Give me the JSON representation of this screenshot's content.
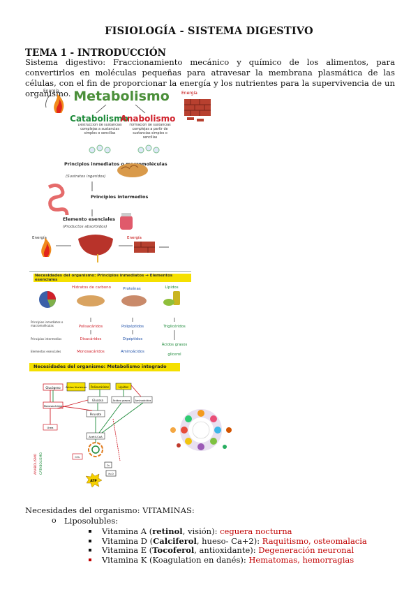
{
  "title": "FISIOLOGÍA - SISTEMA DIGESTIVO",
  "section_heading": "TEMA 1 - INTRODUCCIÓN",
  "intro_paragraph": "Sistema digestivo: Fraccionamiento mecánico y químico de los alimentos, para convertirlos en moléculas pequeñas para atravesar la membrana plasmática de las células, con el fin de proporcionar la energía y los nutrientes para la supervivencia de un organismo.",
  "figure1": {
    "title": "Metabolismo",
    "energy_left": "Energía",
    "energy_right": "Energía",
    "catabolism": "Catabolismo",
    "catabolism_desc": "Destrucción de sustancias complejas a sustancias simples o sencillas",
    "anabolism": "Anabolismo",
    "anabolism_desc": "Formación de sustancias complejas a partir de sustancias simples o sencillas"
  },
  "figure2": {
    "step1": "Principios inmediatos o macromoléculas",
    "step1_note": "(Sustratos ingeridos)",
    "step2": "Principios intermedios",
    "step3": "Elemento esenciales",
    "step3_note": "(Productos absorbidos)",
    "energy_left": "Energía",
    "energy_right": "Energía"
  },
  "figure3": {
    "header": "Necesidades del organismo: Principios inmediatos → Elementos esenciales",
    "columns": [
      {
        "name": "Hidratos de carbono",
        "items": [
          "Polisacáridos",
          "Disacáridos",
          "Monosacáridos"
        ]
      },
      {
        "name": "Proteínas",
        "items": [
          "Polipéptidos",
          "Dipéptidos",
          "Aminoácidos"
        ]
      },
      {
        "name": "Lípidos",
        "items": [
          "Triglicéridos",
          "Ácidos grasos",
          "glicerol"
        ]
      }
    ],
    "left_notes": [
      "Principios inmediatos o macromoléculas",
      "Principios intermedios",
      "Elementos esenciales"
    ]
  },
  "figure4": {
    "header": "Necesidades del organismo: Metabolismo integrado",
    "boxes": [
      "Glucógeno",
      "Ácidos Nucleicos",
      "Polisacáridos",
      "Lípidos",
      "Monosacáridos",
      "Glucosa",
      "Ácidos grasos",
      "Aminoácidos",
      "Piruvato",
      "Acetil-CoA",
      "CO₂",
      "O₂",
      "H₂O",
      "ATP",
      "Urea"
    ],
    "side_labels": [
      "ANABOLISMO",
      "CATABOLISMO"
    ]
  },
  "vitamins": {
    "intro": "Necesidades del organismo: VITAMINAS:",
    "group": "Liposolubles:",
    "group_bullet": "o",
    "items": [
      {
        "prefix": "Vitamina A (",
        "bold": "retinol",
        "rest": ", visión): ",
        "disease": "ceguera nocturna",
        "bullet_color": "#111111"
      },
      {
        "prefix": "Vitamina D (",
        "bold": "Calciferol",
        "rest": ", hueso- Ca+2): ",
        "disease": "Raquitismo, osteomalacia",
        "bullet_color": "#111111"
      },
      {
        "prefix": "Vitamina E (",
        "bold": "Tocoferol",
        "rest": ", antioxidante): ",
        "disease": "Degeneración neuronal",
        "bullet_color": "#111111"
      },
      {
        "prefix": "Vitamina K (Koagulation en danés): ",
        "bold": "",
        "rest": "",
        "disease": "Hematomas, hemorragias",
        "bullet_color": "#c00000"
      }
    ]
  },
  "colors": {
    "disease_text": "#c00000",
    "figure_header_bg": "#f5e000",
    "anabolism_red": "#d0202a",
    "catabolism_green": "#1d8a3a"
  }
}
